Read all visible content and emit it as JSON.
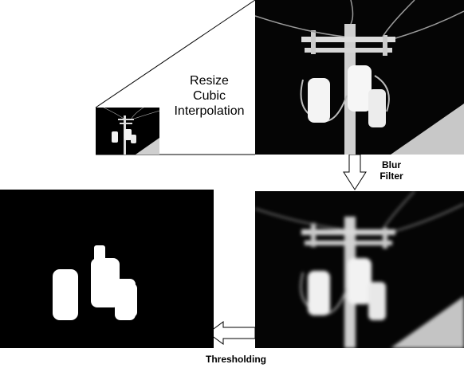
{
  "steps": {
    "resize": {
      "line1": "Resize",
      "line2": "Cubic",
      "line3": "Interpolation"
    },
    "blur": {
      "line1": "Blur",
      "line2": "Filter"
    },
    "threshold": {
      "label": "Thresholding"
    }
  }
}
